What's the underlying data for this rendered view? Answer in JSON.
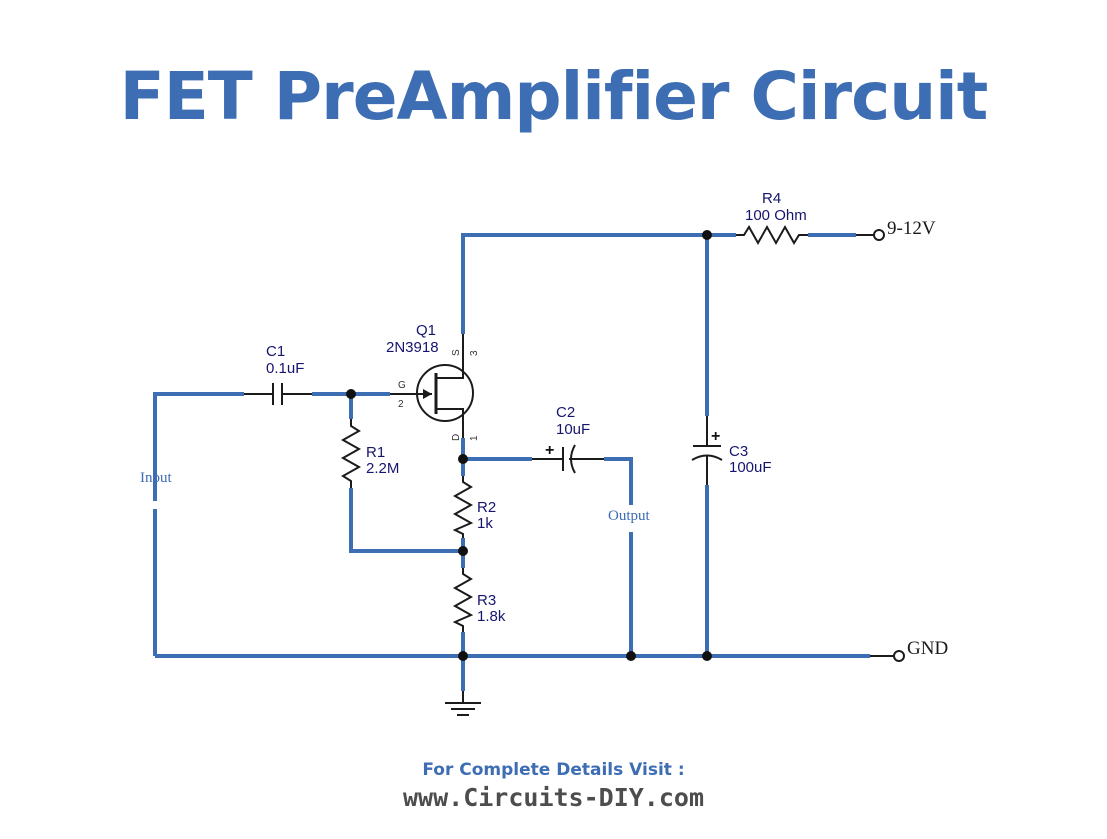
{
  "title": "FET PreAmplifier Circuit",
  "components": {
    "q1": {
      "ref": "Q1",
      "part": "2N3918",
      "pins": {
        "s": "S",
        "s_num": "3",
        "g": "G",
        "g_num": "2",
        "d": "D",
        "d_num": "1"
      }
    },
    "c1": {
      "ref": "C1",
      "value": "0.1uF"
    },
    "r1": {
      "ref": "R1",
      "value": "2.2M"
    },
    "r2": {
      "ref": "R2",
      "value": "1k"
    },
    "r3": {
      "ref": "R3",
      "value": "1.8k"
    },
    "c2": {
      "ref": "C2",
      "value": "10uF",
      "polarity": "+"
    },
    "c3": {
      "ref": "C3",
      "value": "100uF",
      "polarity": "+"
    },
    "r4": {
      "ref": "R4",
      "value": "100 Ohm"
    }
  },
  "terminals": {
    "supply": "9-12V",
    "ground": "GND",
    "input": "Input",
    "output": "Output"
  },
  "footer": {
    "line1": "For Complete Details Visit :",
    "line2": "www.Circuits-DIY.com"
  },
  "colors": {
    "wire": "#3d6db2",
    "title": "#3d6db2",
    "label": "#16156e"
  }
}
